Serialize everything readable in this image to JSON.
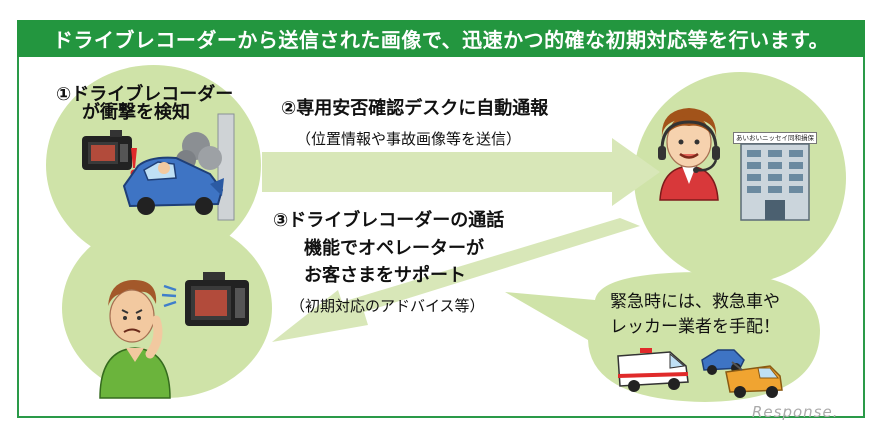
{
  "header": {
    "title": "ドライブレコーダーから送信された画像で、迅速かつ的確な初期対応等を行います。"
  },
  "steps": {
    "step1": {
      "line1": "①ドライブレコーダー",
      "line2": "が衝撃を検知"
    },
    "step2": {
      "title": "②専用安否確認デスクに自動通報",
      "sub": "（位置情報や事故画像等を送信）"
    },
    "step3": {
      "line1": "③ドライブレコーダーの通話",
      "line2": "機能でオペレーターが",
      "line3": "お客さまをサポート",
      "sub": "（初期対応のアドバイス等）"
    }
  },
  "callout": {
    "line1": "緊急時には、救急車や",
    "line2": "レッカー業者を手配！"
  },
  "building_sign": "あいおいニッセイ同和損保",
  "watermark": "Response.",
  "colors": {
    "header_bg": "#23963f",
    "circle": "#cfe3a8",
    "arrow": "#d8e7b8",
    "frame": "#2a9a48"
  },
  "icons": [
    "dashcam-icon",
    "warning-icon",
    "crashed-car-icon",
    "operator-icon",
    "headset-icon",
    "building-icon",
    "worried-man-icon",
    "phone-dashcam-icon",
    "ambulance-icon",
    "tow-truck-icon"
  ]
}
